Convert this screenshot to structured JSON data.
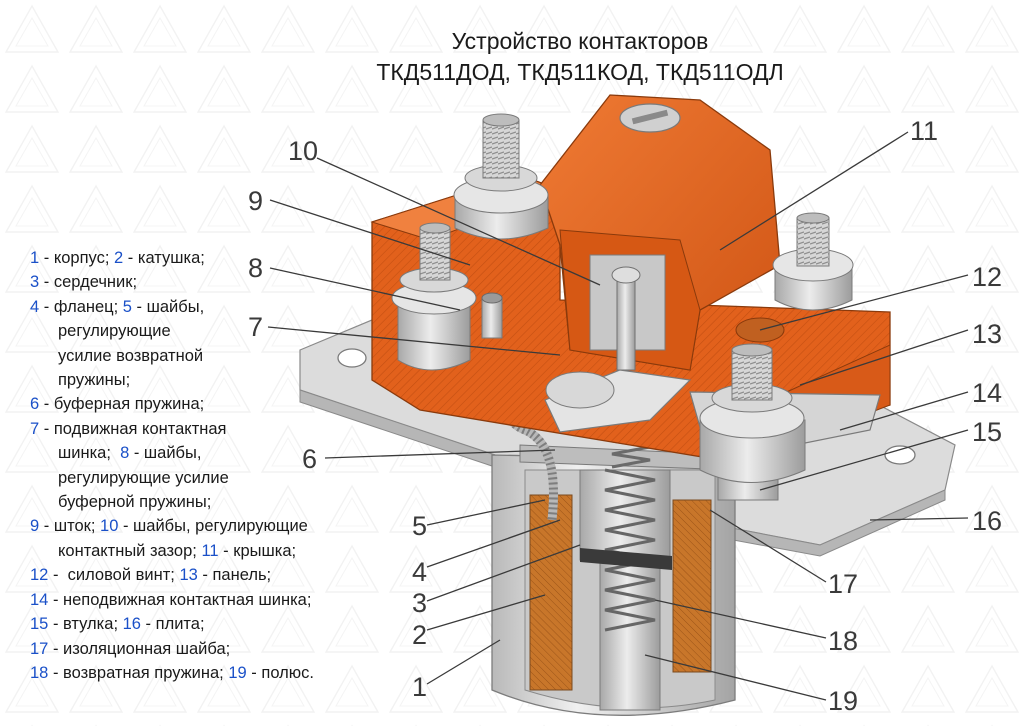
{
  "title": {
    "line1": "Устройство контакторов",
    "line2": "ТКД511ДОД, ТКД511КОД, ТКД511ОДЛ"
  },
  "legend": [
    {
      "indent": false,
      "segments": [
        {
          "n": "1",
          "t": " - корпус; "
        },
        {
          "n": "2",
          "t": " - катушка;"
        }
      ]
    },
    {
      "indent": false,
      "segments": [
        {
          "n": "3",
          "t": " - сердечник;"
        }
      ]
    },
    {
      "indent": false,
      "segments": [
        {
          "n": "4",
          "t": " - фланец; "
        },
        {
          "n": "5",
          "t": " - шайбы,"
        }
      ]
    },
    {
      "indent": true,
      "segments": [
        {
          "t": "регулирующие"
        }
      ]
    },
    {
      "indent": true,
      "segments": [
        {
          "t": "усилие возвратной"
        }
      ]
    },
    {
      "indent": true,
      "segments": [
        {
          "t": "пружины;"
        }
      ]
    },
    {
      "indent": false,
      "segments": [
        {
          "n": "6",
          "t": " - буферная пружина;"
        }
      ]
    },
    {
      "indent": false,
      "segments": [
        {
          "n": "7",
          "t": " - подвижная контактная"
        }
      ]
    },
    {
      "indent": true,
      "segments": [
        {
          "t": "шинка;  "
        },
        {
          "n": "8",
          "t": " - шайбы,"
        }
      ]
    },
    {
      "indent": true,
      "segments": [
        {
          "t": "регулирующие усилие"
        }
      ]
    },
    {
      "indent": true,
      "segments": [
        {
          "t": "буферной пружины;"
        }
      ]
    },
    {
      "indent": false,
      "segments": [
        {
          "n": "9",
          "t": " - шток; "
        },
        {
          "n": "10",
          "t": " - шайбы, регулирующие"
        }
      ]
    },
    {
      "indent": true,
      "segments": [
        {
          "t": "контактный зазор; "
        },
        {
          "n": "11",
          "t": " - крышка;"
        }
      ]
    },
    {
      "indent": false,
      "segments": [
        {
          "n": "12",
          "t": " -  силовой винт; "
        },
        {
          "n": "13",
          "t": " - панель;"
        }
      ]
    },
    {
      "indent": false,
      "segments": [
        {
          "n": "14",
          "t": " - неподвижная контактная шинка;"
        }
      ]
    },
    {
      "indent": false,
      "segments": [
        {
          "n": "15",
          "t": " - втулка; "
        },
        {
          "n": "16",
          "t": " - плита;"
        }
      ]
    },
    {
      "indent": false,
      "segments": [
        {
          "n": "17",
          "t": " - изоляционная шайба;"
        }
      ]
    },
    {
      "indent": false,
      "segments": [
        {
          "n": "18",
          "t": " - возвратная пружина; "
        },
        {
          "n": "19",
          "t": " - полюс."
        }
      ]
    }
  ],
  "callouts": [
    "1",
    "2",
    "3",
    "4",
    "5",
    "6",
    "7",
    "8",
    "9",
    "10",
    "11",
    "12",
    "13",
    "14",
    "15",
    "16",
    "17",
    "18",
    "19"
  ],
  "colors": {
    "orange": "#e2611c",
    "orange_dark": "#b94712",
    "metal": "#cfcfcf",
    "metal_dark": "#9a9a9a",
    "coil": "#c8762a",
    "number_blue": "#1a50c8"
  }
}
